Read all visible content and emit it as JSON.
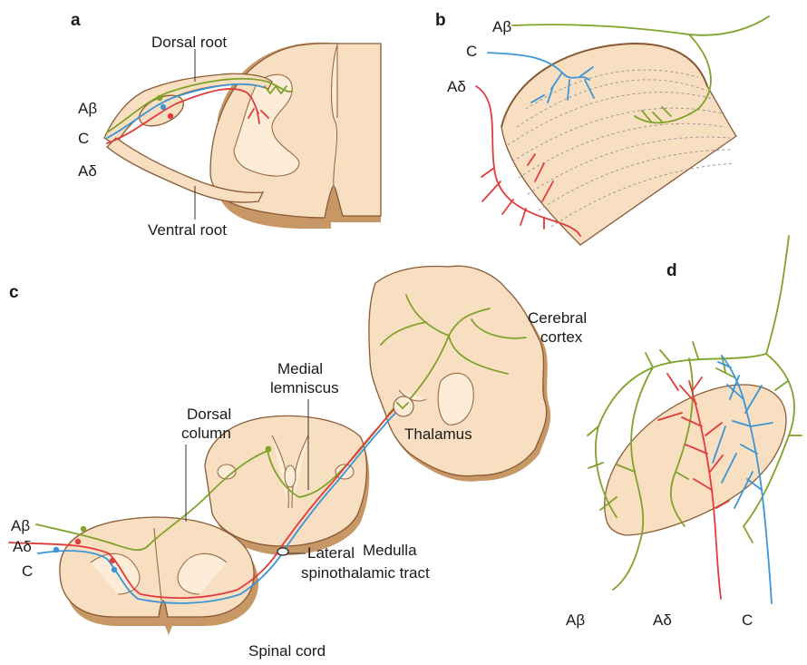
{
  "panels": {
    "a": {
      "letter": "a",
      "dorsal_root": "Dorsal root",
      "ventral_root": "Ventral root",
      "fibers": {
        "abeta": "Aβ",
        "c": "C",
        "adelta": "Aδ"
      }
    },
    "b": {
      "letter": "b",
      "fibers": {
        "abeta": "Aβ",
        "c": "C",
        "adelta": "Aδ"
      }
    },
    "c": {
      "letter": "c",
      "cerebral_cortex_line1": "Cerebral",
      "cerebral_cortex_line2": "cortex",
      "medial_lemniscus_line1": "Medial",
      "medial_lemniscus_line2": "lemniscus",
      "dorsal_column_line1": "Dorsal",
      "dorsal_column_line2": "column",
      "thalamus": "Thalamus",
      "medulla": "Medulla",
      "lateral_tract_line1": "Lateral",
      "lateral_tract_line2": "spinothalamic tract",
      "spinal_cord": "Spinal cord",
      "fibers": {
        "abeta": "Aβ",
        "adelta": "Aδ",
        "c": "C"
      }
    },
    "d": {
      "letter": "d",
      "fibers": {
        "abeta": "Aβ",
        "adelta": "Aδ",
        "c": "C"
      }
    }
  },
  "colors": {
    "abeta": "#7fa32a",
    "adelta": "#e23b3b",
    "c_fiber": "#3b95d6",
    "tissue": "#f9dfc2",
    "tissue_edge": "#8a5a33"
  }
}
